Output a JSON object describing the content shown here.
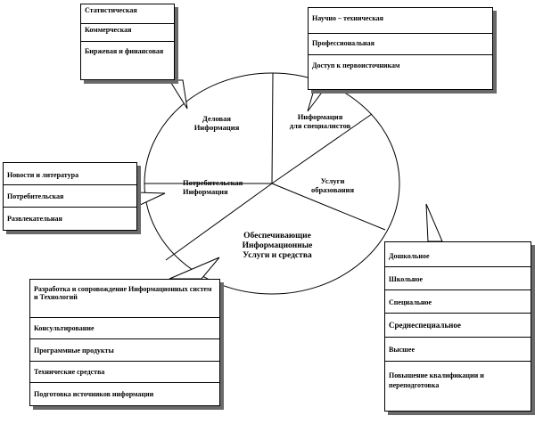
{
  "sectors": {
    "business": "Деловая\nИнформация",
    "specialists": "Информация\nдля специалистов",
    "consumer": "Потребительская\nИнформация",
    "education": "Услуги\nобразования",
    "support": "Обеспечивающие\nИнформационные\nУслуги и средства"
  },
  "callouts": {
    "business": [
      "Статистическая",
      "Коммерческая",
      "Биржевая и финансовая"
    ],
    "specialists": [
      "Научно – техническая",
      "Профессиональная",
      "Доступ к первоисточникам"
    ],
    "consumer": [
      "Новости и литература",
      "Потребительская",
      "Развлекательная"
    ],
    "education": [
      "Дошкольное",
      "Школьное",
      "Специальное",
      "Среднеспециальное",
      "Высшее",
      "Повышение квалификации и переподготовка"
    ],
    "support": [
      "Разработка и сопровождение Информационных систем и Технологий",
      "Консультирование",
      "Программные продукты",
      "Технические средства",
      "Подготовка источников информации"
    ]
  }
}
